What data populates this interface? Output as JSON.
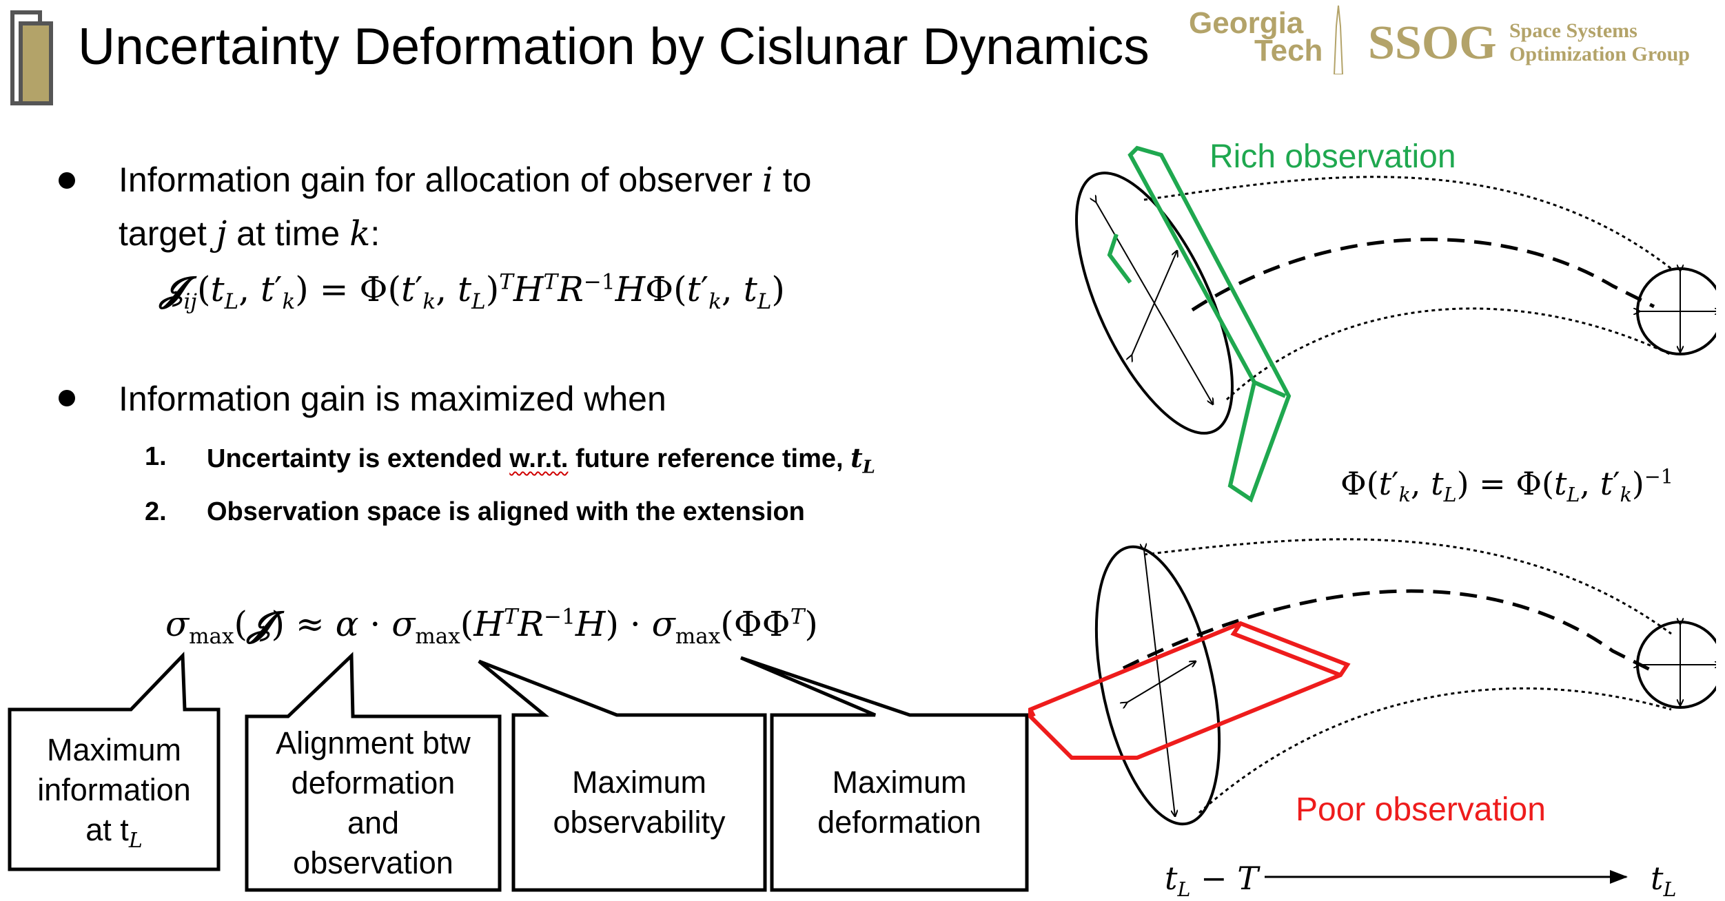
{
  "header": {
    "title": "Uncertainty Deformation by Cislunar Dynamics",
    "logo_gt_line1": "Georgia",
    "logo_gt_line2": "Tech",
    "logo_ssog": "SSOG",
    "logo_ssog_sub1": "Space Systems",
    "logo_ssog_sub2": "Optimization Group"
  },
  "bullets": [
    {
      "line1_a": "Information gain for allocation of observer ",
      "line1_var": "i",
      "line1_b": " to",
      "line2_a": "target ",
      "line2_var": "j",
      "line2_b": " at time ",
      "line2_var2": "k",
      "line2_c": ":"
    },
    {
      "text": "Information gain is maximized when"
    }
  ],
  "sub_items": [
    {
      "num": "1.",
      "text_a": "Uncertainty is extended ",
      "text_wavy": "w.r.t.",
      "text_b": " future reference time, ",
      "var": "t",
      "var_sub": "L"
    },
    {
      "num": "2.",
      "text": "Observation space is aligned with the extension"
    }
  ],
  "formulas": {
    "info_gain": "𝓙ij(tL, t′k) = Φ(t′k, tL)ᵀ Hᵀ R⁻¹ H Φ(t′k, tL)",
    "sigma": "σmax(𝓙) ≈ α · σmax(HᵀR⁻¹H) · σmax(ΦΦᵀ)",
    "inverse": "Φ(t′k, tL) = Φ(tL, t′k)⁻¹"
  },
  "callouts": [
    {
      "line1": "Maximum",
      "line2": "information",
      "line3": "at t",
      "sub": "L"
    },
    {
      "line1": "Alignment btw",
      "line2": "deformation",
      "line3": "and",
      "line4": "observation"
    },
    {
      "line1": "Maximum",
      "line2": "observability"
    },
    {
      "line1": "Maximum",
      "line2": "deformation"
    }
  ],
  "diagram": {
    "rich_label": "Rich observation",
    "poor_label": "Poor observation",
    "time_start": "tL − T",
    "time_end": "tL",
    "colors": {
      "rich": "#1fa84f",
      "poor": "#ee1c1c",
      "gt_gold": "#b3a369"
    }
  }
}
